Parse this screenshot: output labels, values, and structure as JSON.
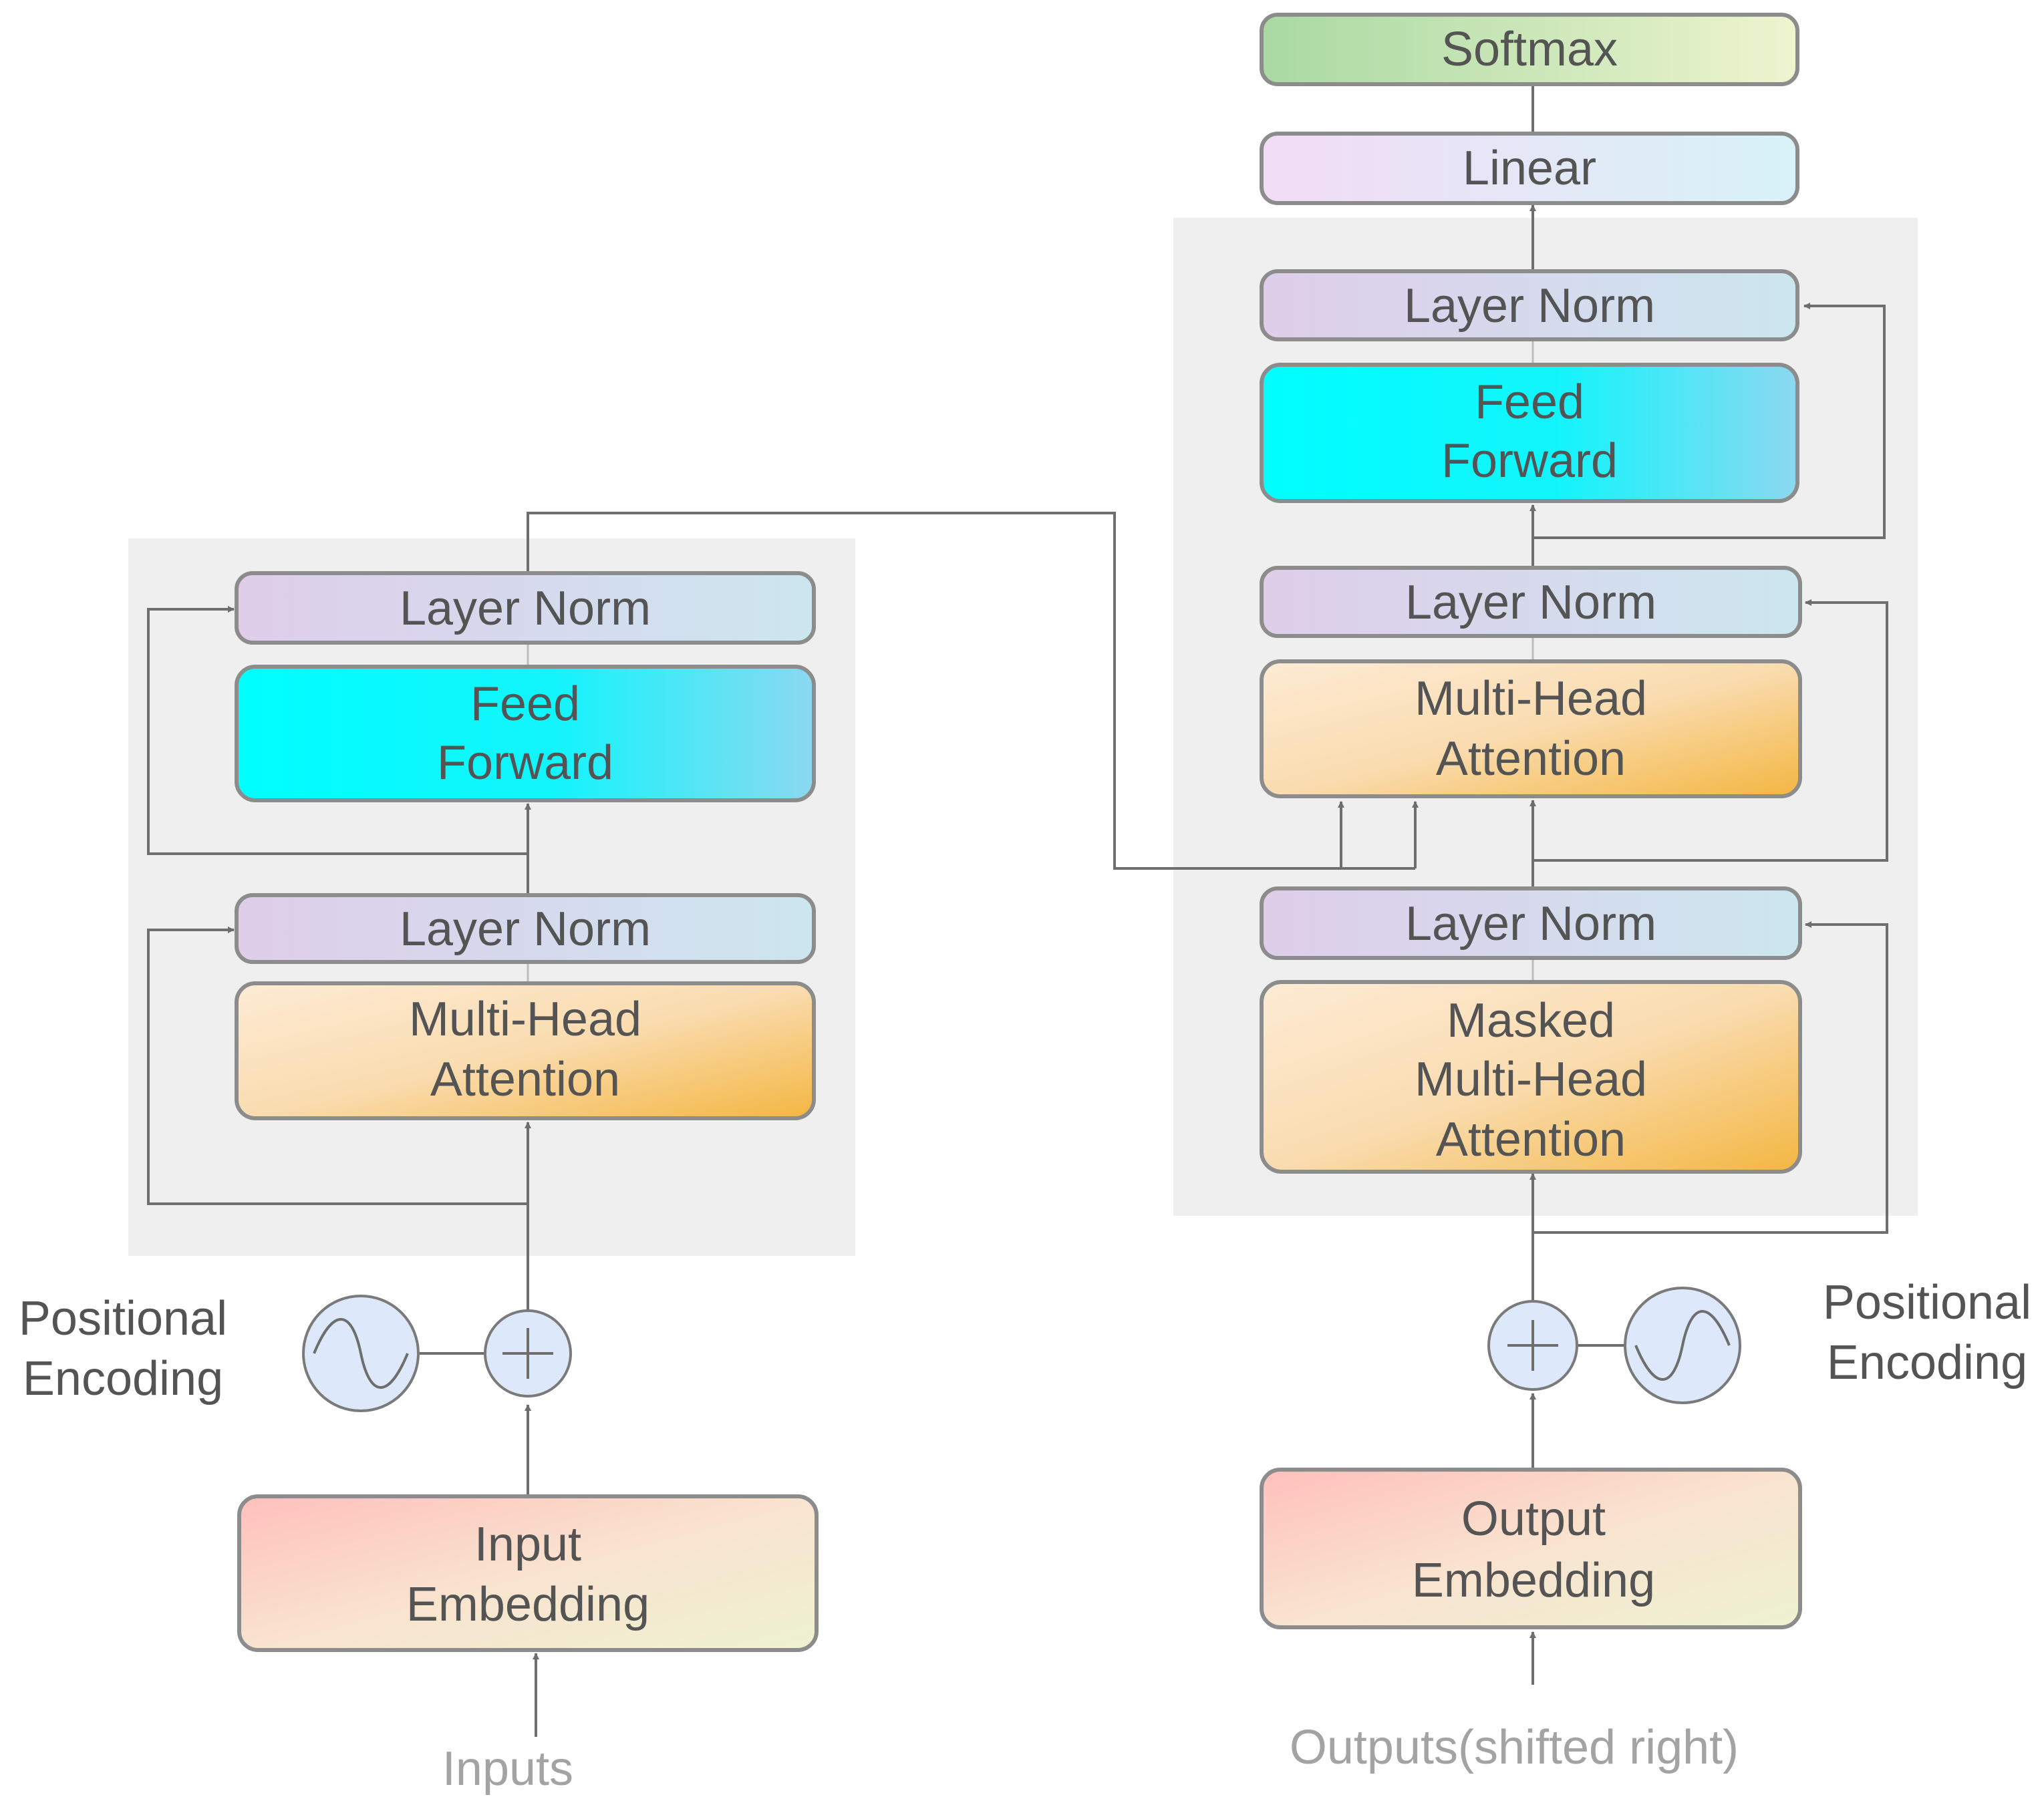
{
  "encoder": {
    "layer_norm_top": "Layer Norm",
    "feed_forward": [
      "Feed",
      "Forward"
    ],
    "layer_norm_bottom": "Layer Norm",
    "multi_head_attention": [
      "Multi-Head",
      "Attention"
    ],
    "positional_encoding": [
      "Positional",
      "Encoding"
    ],
    "input_embedding": [
      "Input",
      "Embedding"
    ],
    "inputs": "Inputs"
  },
  "decoder": {
    "softmax": "Softmax",
    "linear": "Linear",
    "layer_norm_top": "Layer Norm",
    "feed_forward": [
      "Feed",
      "Forward"
    ],
    "layer_norm_middle": "Layer Norm",
    "multi_head_attention": [
      "Multi-Head",
      "Attention"
    ],
    "layer_norm_bottom": "Layer Norm",
    "masked_multi_head_attention": [
      "Masked",
      "Multi-Head",
      "Attention"
    ],
    "positional_encoding": [
      "Positional",
      "Encoding"
    ],
    "output_embedding": [
      "Output",
      "Embedding"
    ],
    "outputs": "Outputs(shifted right)"
  },
  "colors": {
    "panel": "#efefef",
    "layer_norm": [
      "#dfcdea",
      "#cce6ef"
    ],
    "feed_forward": [
      "#00ffff",
      "#8cd8f0"
    ],
    "attention": [
      "#fdebd5",
      "#f3b641"
    ],
    "embedding": [
      "#ffc0bc",
      "#eef2d2"
    ],
    "softmax": [
      "#a9d9a3",
      "#eef4cf"
    ],
    "linear": [
      "#f2dcf6",
      "#d7f2f8"
    ],
    "circle": "#dde8fb"
  }
}
